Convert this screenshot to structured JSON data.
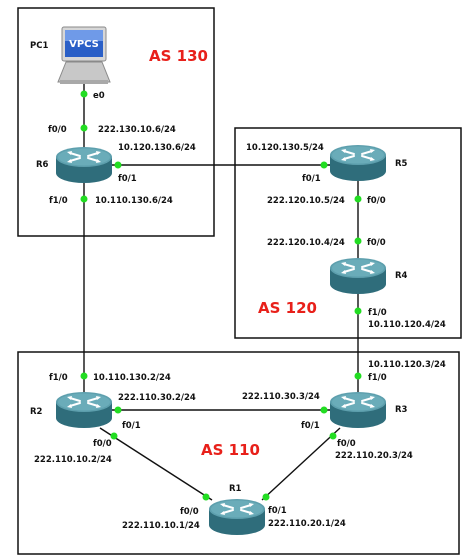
{
  "colors": {
    "as_label": "#e8201a",
    "port_dot": "#22dd22",
    "router_top": "#5d9fad",
    "router_side": "#2f6d7b",
    "link": "#111111",
    "box": "#111111"
  },
  "as_labels": {
    "as130": "AS 130",
    "as120": "AS 120",
    "as110": "AS 110"
  },
  "devices": {
    "pc1": {
      "name": "PC1",
      "screen_text": "VPCS",
      "icon": "vpcs-pc-icon"
    },
    "r6": {
      "name": "R6",
      "icon": "router-icon"
    },
    "r5": {
      "name": "R5",
      "icon": "router-icon"
    },
    "r4": {
      "name": "R4",
      "icon": "router-icon"
    },
    "r3": {
      "name": "R3",
      "icon": "router-icon"
    },
    "r2": {
      "name": "R2",
      "icon": "router-icon"
    },
    "r1": {
      "name": "R1",
      "icon": "router-icon"
    }
  },
  "labels": {
    "pc1_e0": "e0",
    "r6_f00": "f0/0",
    "r6_f00_ip": "222.130.10.6/24",
    "r6_f01_ip": "10.120.130.6/24",
    "r6_f01": "f0/1",
    "r6_f10": "f1/0",
    "r6_f10_ip": "10.110.130.6/24",
    "r5_f01_ip": "10.120.130.5/24",
    "r5_f01": "f0/1",
    "r5_f00_ip": "222.120.10.5/24",
    "r5_f00": "f0/0",
    "r4_f00_ip": "222.120.10.4/24",
    "r4_f00": "f0/0",
    "r4_f10": "f1/0",
    "r4_f10_ip": "10.110.120.4/24",
    "r3_f10_ip": "10.110.120.3/24",
    "r3_f10": "f1/0",
    "r3_f01_ip": "222.110.30.3/24",
    "r3_f01": "f0/1",
    "r3_f00": "f0/0",
    "r3_f00_ip": "222.110.20.3/24",
    "r2_f10": "f1/0",
    "r2_f10_ip": "10.110.130.2/24",
    "r2_f01_ip": "222.110.30.2/24",
    "r2_f01": "f0/1",
    "r2_f00": "f0/0",
    "r2_f00_ip": "222.110.10.2/24",
    "r1_f00": "f0/0",
    "r1_f00_ip": "222.110.10.1/24",
    "r1_f01": "f0/1",
    "r1_f01_ip": "222.110.20.1/24"
  }
}
